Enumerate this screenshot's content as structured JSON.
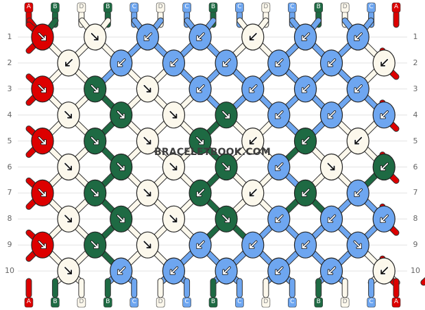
{
  "colors": {
    "A": "#dd0000",
    "B": "#1e6a43",
    "C": "#6ea6f0",
    "D": "#fcf8ec"
  },
  "strands": [
    "A",
    "B",
    "D",
    "B",
    "C",
    "D",
    "C",
    "B",
    "C",
    "D",
    "C",
    "B",
    "D",
    "C",
    "A"
  ],
  "rows": [
    {
      "label": "1",
      "knots": [
        {
          "c": "A",
          "k": "f"
        },
        {
          "c": "D",
          "k": "f"
        },
        {
          "c": "C",
          "k": "b"
        },
        {
          "c": "C",
          "k": "b"
        },
        {
          "c": "D",
          "k": "b"
        },
        {
          "c": "C",
          "k": "b"
        },
        {
          "c": "C",
          "k": "b"
        }
      ]
    },
    {
      "label": "2",
      "knots": [
        {
          "c": "D",
          "k": "b"
        },
        {
          "c": "C",
          "k": "b"
        },
        {
          "c": "C",
          "k": "b"
        },
        {
          "c": "C",
          "k": "b"
        },
        {
          "c": "C",
          "k": "b"
        },
        {
          "c": "C",
          "k": "b"
        },
        {
          "c": "D",
          "k": "b"
        },
        {
          "c": "A",
          "k": "bf"
        }
      ]
    },
    {
      "label": "3",
      "knots": [
        {
          "c": "A",
          "k": "f"
        },
        {
          "c": "B",
          "k": "f"
        },
        {
          "c": "D",
          "k": "f"
        },
        {
          "c": "C",
          "k": "b"
        },
        {
          "c": "C",
          "k": "b"
        },
        {
          "c": "C",
          "k": "b"
        },
        {
          "c": "C",
          "k": "b"
        }
      ]
    },
    {
      "label": "4",
      "knots": [
        {
          "c": "D",
          "k": "f"
        },
        {
          "c": "B",
          "k": "f"
        },
        {
          "c": "D",
          "k": "f"
        },
        {
          "c": "B",
          "k": "f"
        },
        {
          "c": "C",
          "k": "b"
        },
        {
          "c": "C",
          "k": "b"
        },
        {
          "c": "C",
          "k": "b"
        },
        {
          "c": "A",
          "k": "bf"
        }
      ]
    },
    {
      "label": "5",
      "knots": [
        {
          "c": "A",
          "k": "f"
        },
        {
          "c": "B",
          "k": "f"
        },
        {
          "c": "D",
          "k": "f"
        },
        {
          "c": "B",
          "k": "f"
        },
        {
          "c": "D",
          "k": "b"
        },
        {
          "c": "B",
          "k": "b"
        },
        {
          "c": "D",
          "k": "b"
        }
      ]
    },
    {
      "label": "6",
      "knots": [
        {
          "c": "D",
          "k": "f"
        },
        {
          "c": "B",
          "k": "f"
        },
        {
          "c": "D",
          "k": "f"
        },
        {
          "c": "B",
          "k": "f"
        },
        {
          "c": "C",
          "k": "b"
        },
        {
          "c": "D",
          "k": "f"
        },
        {
          "c": "B",
          "k": "b"
        },
        {
          "c": "A",
          "k": "bf"
        }
      ]
    },
    {
      "label": "7",
      "knots": [
        {
          "c": "A",
          "k": "f"
        },
        {
          "c": "B",
          "k": "f"
        },
        {
          "c": "D",
          "k": "f"
        },
        {
          "c": "B",
          "k": "b"
        },
        {
          "c": "D",
          "k": "b"
        },
        {
          "c": "B",
          "k": "b"
        },
        {
          "c": "C",
          "k": "b"
        }
      ]
    },
    {
      "label": "8",
      "knots": [
        {
          "c": "D",
          "k": "f"
        },
        {
          "c": "B",
          "k": "f"
        },
        {
          "c": "D",
          "k": "f"
        },
        {
          "c": "B",
          "k": "f"
        },
        {
          "c": "C",
          "k": "b"
        },
        {
          "c": "C",
          "k": "b"
        },
        {
          "c": "C",
          "k": "b"
        },
        {
          "c": "A",
          "k": "bf"
        }
      ]
    },
    {
      "label": "9",
      "knots": [
        {
          "c": "A",
          "k": "f"
        },
        {
          "c": "B",
          "k": "f"
        },
        {
          "c": "D",
          "k": "f"
        },
        {
          "c": "C",
          "k": "b"
        },
        {
          "c": "C",
          "k": "b"
        },
        {
          "c": "C",
          "k": "b"
        },
        {
          "c": "C",
          "k": "f"
        }
      ]
    },
    {
      "label": "10",
      "knots": [
        {
          "c": "D",
          "k": "f"
        },
        {
          "c": "C",
          "k": "b"
        },
        {
          "c": "C",
          "k": "b"
        },
        {
          "c": "C",
          "k": "b"
        },
        {
          "c": "C",
          "k": "b"
        },
        {
          "c": "C",
          "k": "b"
        },
        {
          "c": "D",
          "k": "b"
        },
        {
          "c": "A",
          "k": "bf"
        }
      ]
    }
  ],
  "watermark": "BRACELETBOOK.COM"
}
